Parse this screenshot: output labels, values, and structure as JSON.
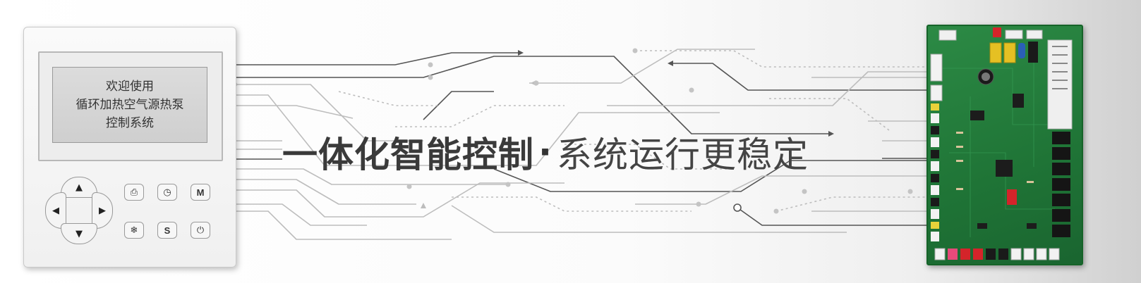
{
  "controller": {
    "screen_lines": [
      "欢迎使用",
      "循环加热空气源热泵",
      "控制系统"
    ],
    "dpad": {
      "up": "▲",
      "down": "▼",
      "left": "◀",
      "right": "▶"
    },
    "keys": {
      "print": "⎙",
      "clock": "◷",
      "mode": "M",
      "snowflake": "❄",
      "set": "S",
      "power": "⏻"
    }
  },
  "headline": {
    "strong": "一体化智能控制",
    "separator": "·",
    "light": "系统运行更稳定"
  },
  "colors": {
    "pcb_green": "#1f7436",
    "line_gray": "#b8b8b8",
    "line_dark": "#555555",
    "text_dark": "#333333"
  }
}
